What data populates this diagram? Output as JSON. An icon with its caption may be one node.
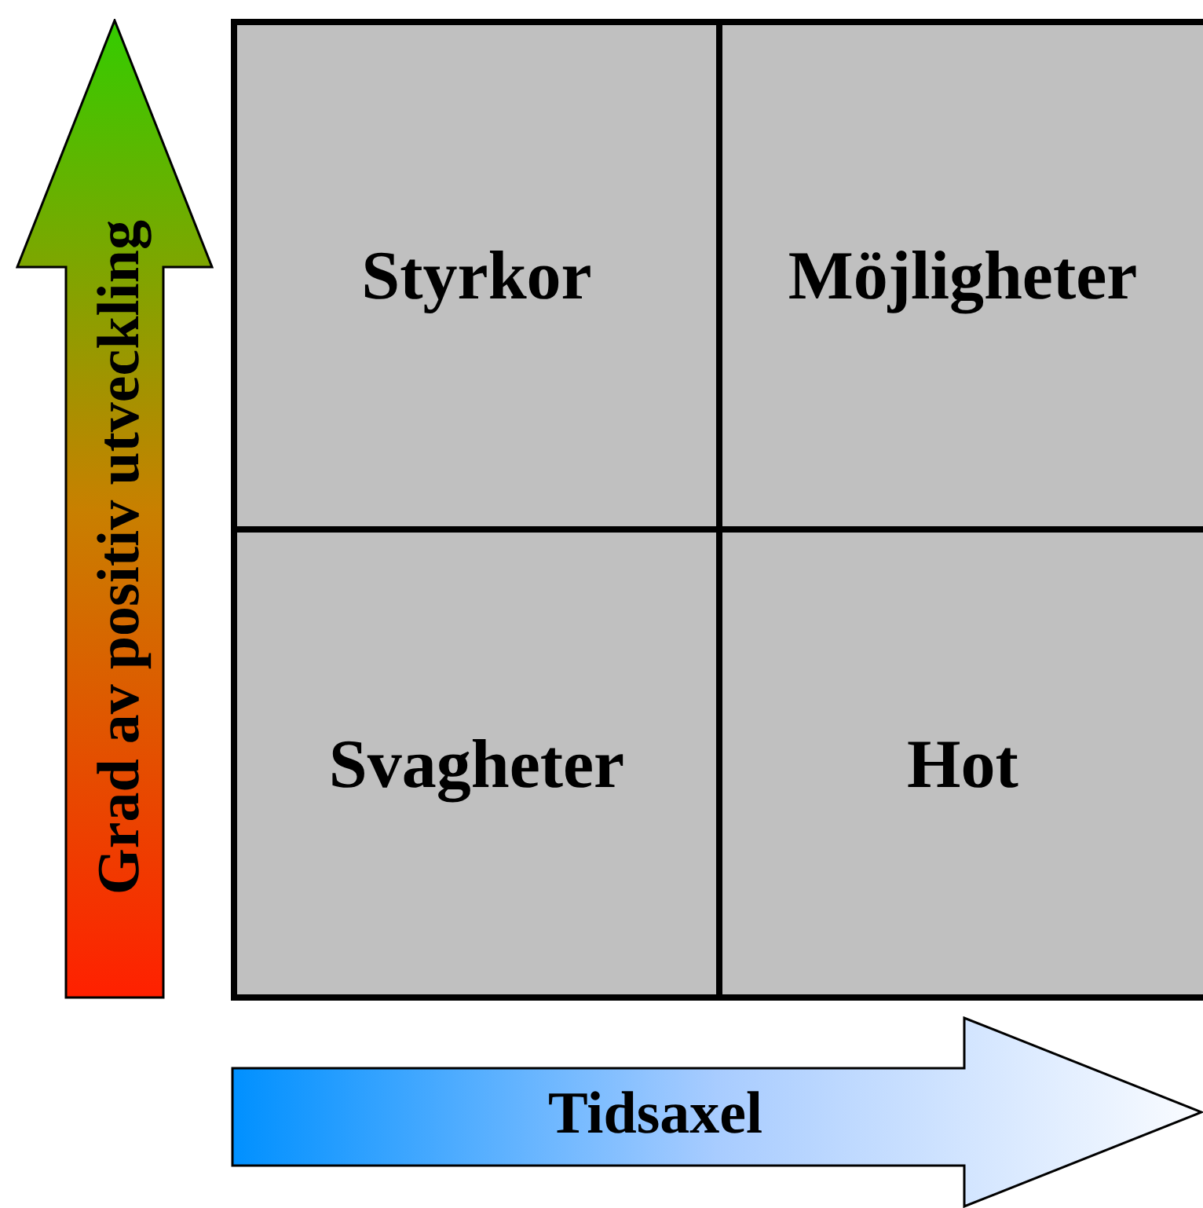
{
  "diagram": {
    "nodes": [
      {
        "text": [
          "Styrkor"
        ]
      },
      {
        "text": [
          "Möjligheter"
        ]
      },
      {
        "text": [
          "Svagheter"
        ]
      },
      {
        "text": [
          "Hot"
        ]
      },
      {
        "text": [
          "Grad av positiv utveckling"
        ]
      },
      {
        "text": [
          "Tidsaxel"
        ]
      }
    ],
    "edges": []
  }
}
